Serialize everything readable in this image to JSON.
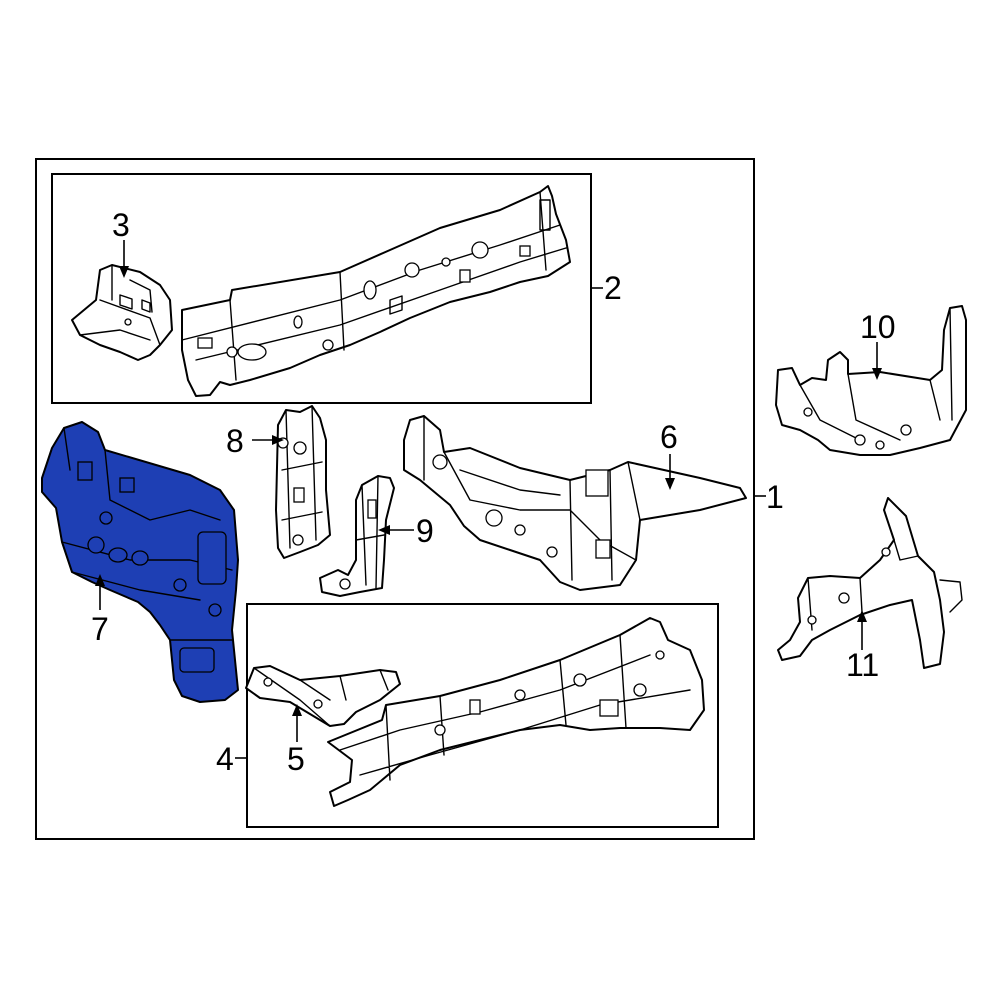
{
  "diagram": {
    "highlight_color": "#1e3fb4",
    "line_color": "#000000",
    "background": "#ffffff"
  },
  "callouts": {
    "c1": "1",
    "c2": "2",
    "c3": "3",
    "c4": "4",
    "c5": "5",
    "c6": "6",
    "c7": "7",
    "c8": "8",
    "c9": "9",
    "c10": "10",
    "c11": "11"
  },
  "parts": [
    {
      "callout": "1",
      "icon": "assembly-bracket"
    },
    {
      "callout": "2",
      "icon": "upper-rail"
    },
    {
      "callout": "3",
      "icon": "rail-bracket"
    },
    {
      "callout": "4",
      "icon": "lower-rail"
    },
    {
      "callout": "5",
      "icon": "rail-extension"
    },
    {
      "callout": "6",
      "icon": "apron-rail"
    },
    {
      "callout": "7",
      "icon": "inner-panel",
      "highlighted": true
    },
    {
      "callout": "8",
      "icon": "reinforcement"
    },
    {
      "callout": "9",
      "icon": "brace"
    },
    {
      "callout": "10",
      "icon": "mount-bracket"
    },
    {
      "callout": "11",
      "icon": "support-bracket"
    }
  ]
}
